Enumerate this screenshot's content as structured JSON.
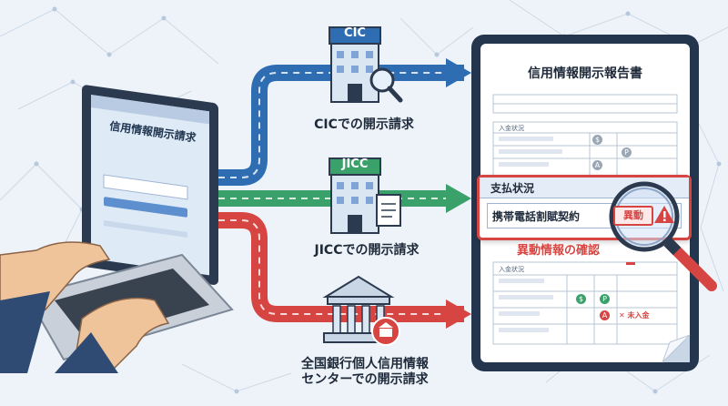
{
  "laptop": {
    "screen_title": "信用情報開示請求"
  },
  "sources": [
    {
      "badge": "CIC",
      "label": "CICでの開示請求"
    },
    {
      "badge": "JICC",
      "label": "JICCでの開示請求"
    },
    {
      "badge": "",
      "label_line1": "全国銀行個人信用情報",
      "label_line2": "センターでの開示請求"
    }
  ],
  "report": {
    "title": "信用情報開示報告書",
    "section1_header": "入金状況",
    "section2_header": "入金状況",
    "row_unpaid": "✕ 未入金"
  },
  "callout": {
    "header": "支払状況",
    "row_text": "携帯電話割賦契約",
    "stamp": "異動",
    "caption": "異動情報の確認"
  },
  "status_marks": [
    "$",
    "P",
    "A"
  ],
  "colors": {
    "cic_blue": "#2f6db3",
    "jicc_green": "#3aa16a",
    "zengin_red": "#d64541",
    "navy": "#1f3550"
  }
}
